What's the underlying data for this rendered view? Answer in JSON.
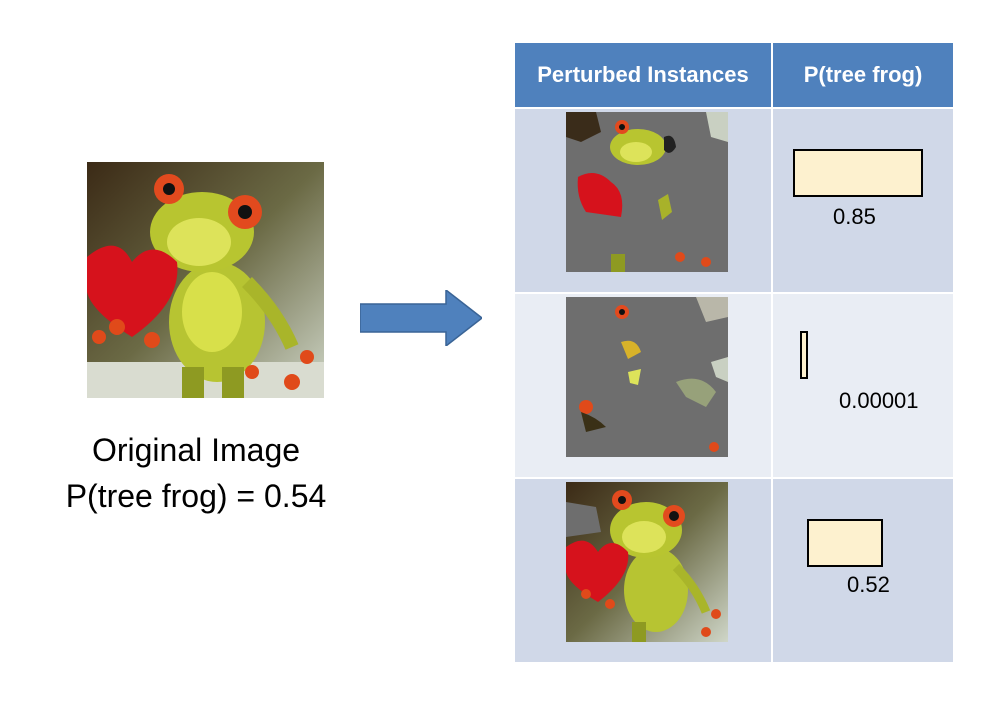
{
  "original": {
    "caption_line1": "Original Image",
    "caption_line2": "P(tree frog)  = 0.54"
  },
  "table": {
    "header_instances": "Perturbed Instances",
    "header_prob": "P(tree frog)",
    "rows": [
      {
        "prob": 0.85,
        "label": "0.85"
      },
      {
        "prob": 1e-05,
        "label": "0.00001"
      },
      {
        "prob": 0.52,
        "label": "0.52"
      }
    ]
  },
  "colors": {
    "header_bg": "#4f81bd",
    "row_dark": "#d0d8e8",
    "row_light": "#e9edf4",
    "bar_fill": "#fdf1cf",
    "arrow": "#4f81bd"
  }
}
